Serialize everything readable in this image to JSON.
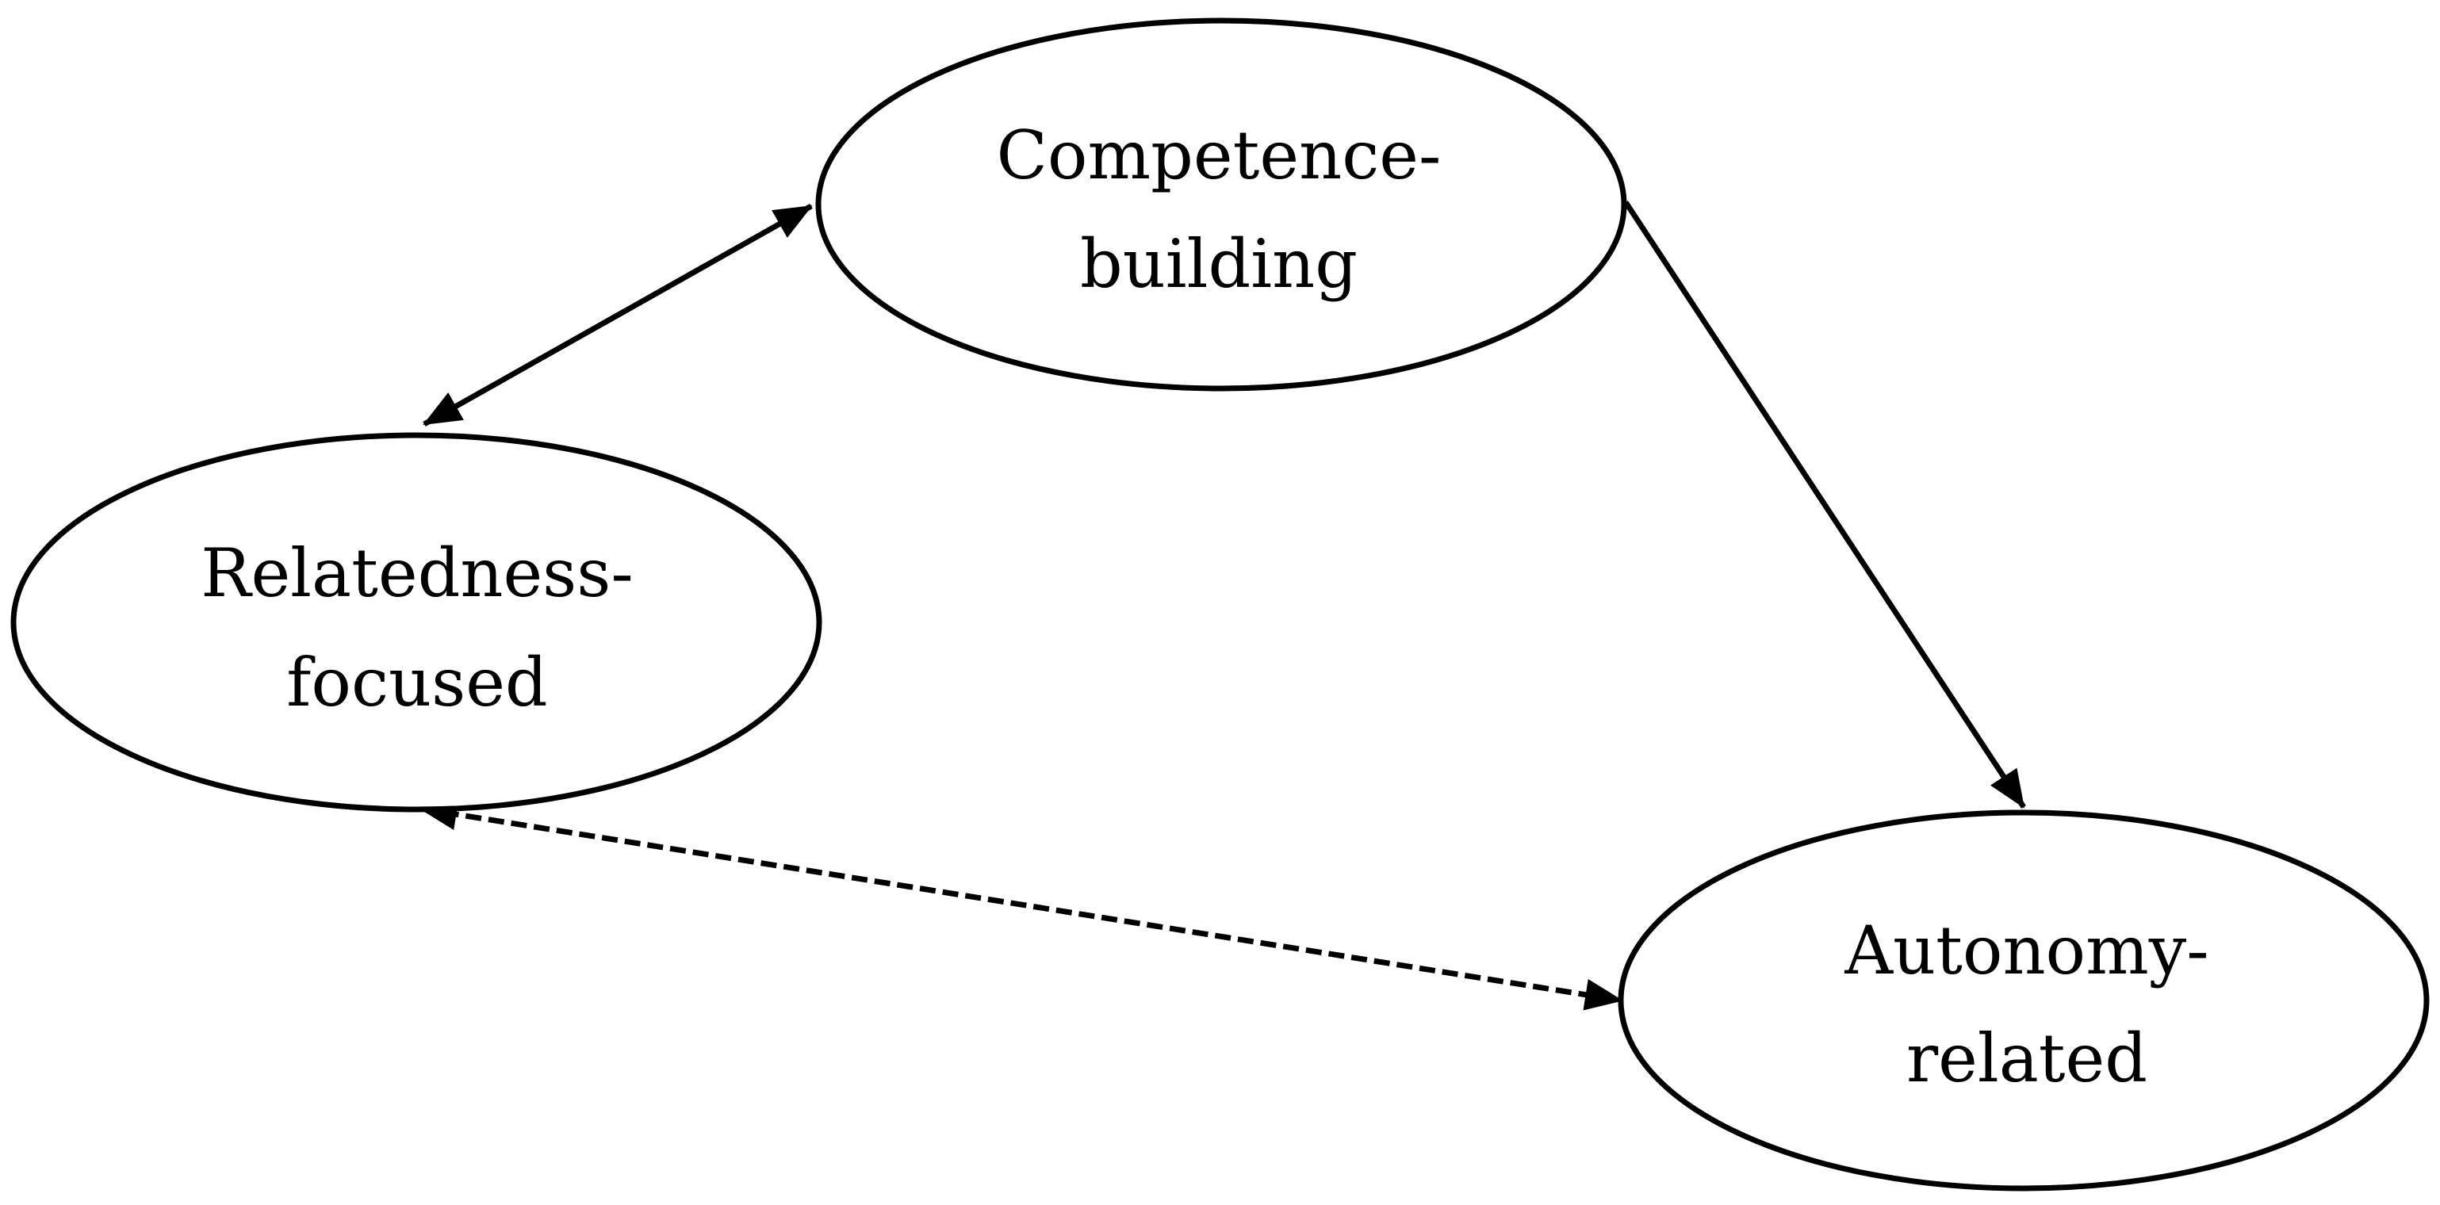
{
  "nodes": [
    {
      "id": "competence",
      "lines": [
        "Competence-",
        "building"
      ]
    },
    {
      "id": "relatedness",
      "lines": [
        "Relatedness-",
        "focused"
      ]
    },
    {
      "id": "autonomy",
      "lines": [
        "Autonomy-",
        "related"
      ]
    }
  ],
  "edges": [
    {
      "from": "relatedness",
      "to": "competence",
      "style": "solid",
      "direction": "both"
    },
    {
      "from": "competence",
      "to": "autonomy",
      "style": "solid",
      "direction": "forward"
    },
    {
      "from": "relatedness",
      "to": "autonomy",
      "style": "dashed",
      "direction": "both"
    }
  ]
}
